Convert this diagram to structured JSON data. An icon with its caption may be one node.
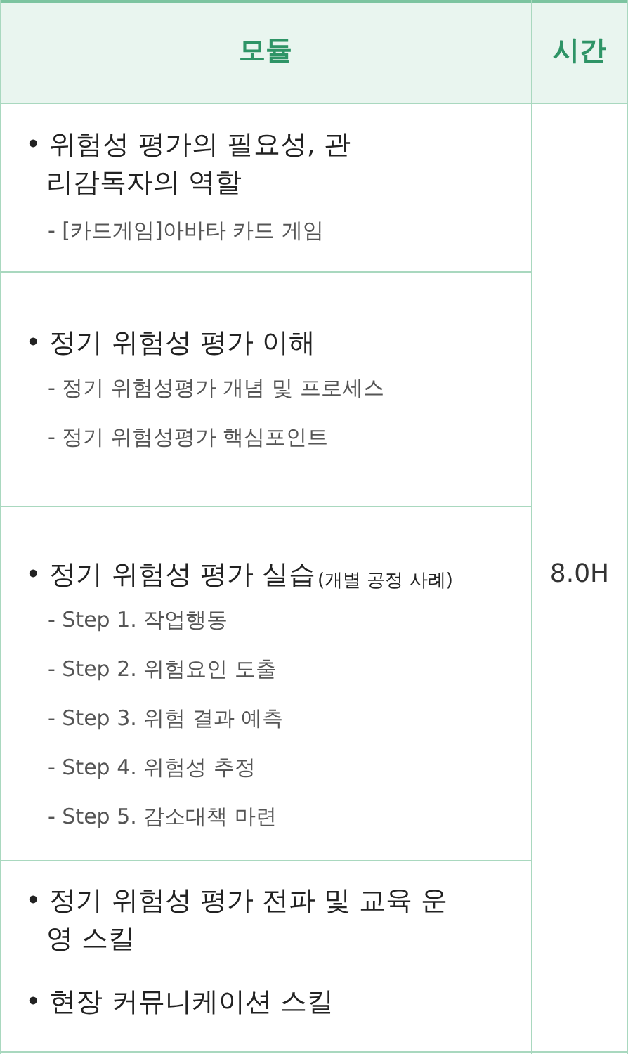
{
  "diagram": {
    "labels": [
      "모듈",
      "시간",
      "• 위험성 평가의 필요성, 관리감독자의 역할",
      "- [카드게임]아바타 카드 게임",
      "8.0H",
      "• 정기 위험성 평가 이해",
      "- 정기 위험성평가 개념 및 프로세스",
      "- 정기 위험성평가 핵심포인트",
      "• 정기 위험성 평가 실습",
      "(개별 공정 사례)",
      "- Step 1. 작업행동",
      "- Step 2. 위험요인 도출",
      "- Step 3. 위험 결과 예측",
      "- Step 4. 위험성 추정",
      "- Step 5. 감소대책 마련",
      "• 정기 위험성 평가 전파 및 교육 운영 스킬",
      "• 현장 커뮤니케이션 스킬"
    ]
  }
}
